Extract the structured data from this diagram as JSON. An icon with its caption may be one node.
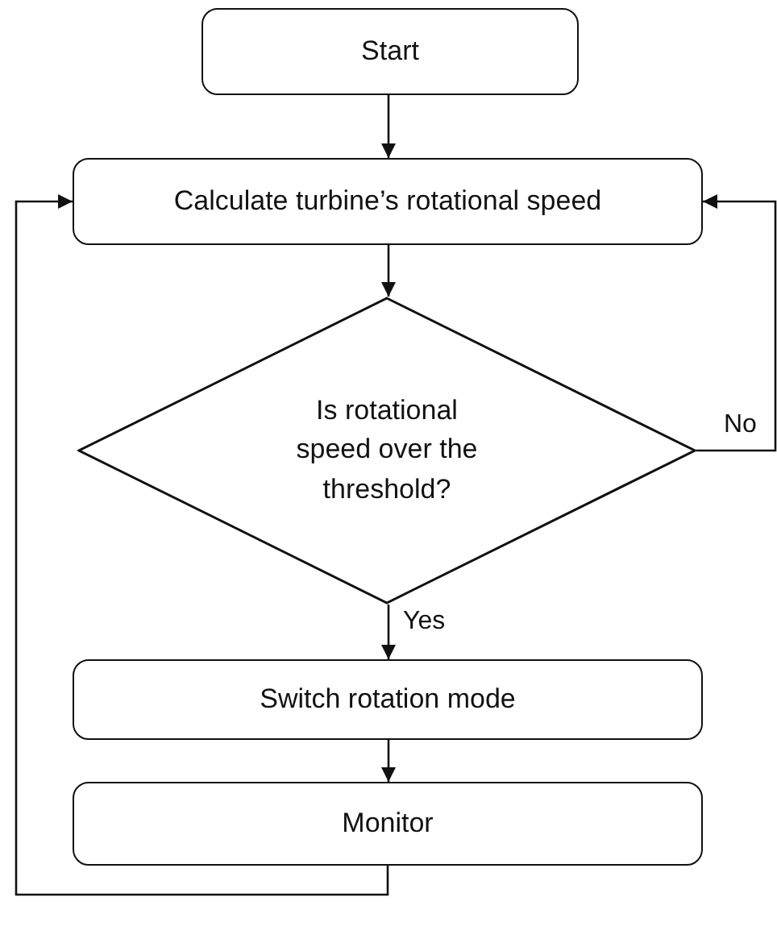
{
  "diagram": {
    "nodes": [
      {
        "text": [
          "Start"
        ]
      },
      {
        "text": [
          "Calculate turbine’s rotational speed"
        ]
      },
      {
        "text": [
          "Is rotational speed over the threshold?"
        ]
      },
      {
        "text": [
          "Switch rotation mode"
        ]
      },
      {
        "text": [
          "Monitor"
        ]
      }
    ],
    "edges": [
      {
        "from": 0,
        "to": 1,
        "arrow": "to"
      },
      {
        "from": 1,
        "to": 2,
        "arrow": "to"
      },
      {
        "from": 2,
        "to": 3,
        "arrow": "to",
        "label": "Yes"
      },
      {
        "from": 3,
        "to": 4,
        "arrow": "to"
      },
      {
        "from": 4,
        "to": 1,
        "arrow": "to"
      },
      {
        "from": 2,
        "to": 1,
        "arrow": "to",
        "label": "No"
      }
    ]
  }
}
